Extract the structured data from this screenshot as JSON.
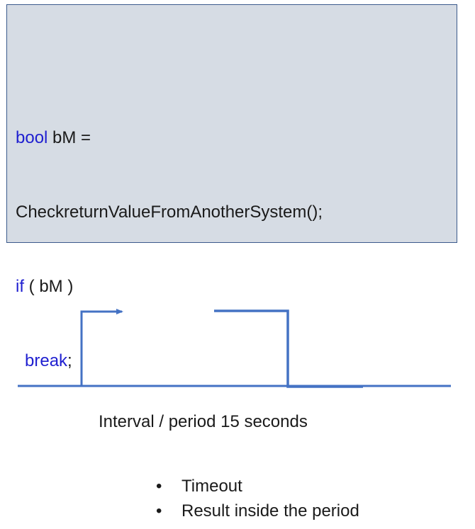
{
  "code": {
    "line1_kw": "bool",
    "line1_rest": " bM =",
    "line2": "CheckreturnValueFromAnotherSystem();",
    "line3_kw": "if",
    "line3_rest": " ( bM )",
    "line4_kw": "break",
    "line4_rest": ";"
  },
  "caption": "Interval / period 15 seconds",
  "bullets": {
    "bullet_glyph": "•",
    "items": [
      "Timeout",
      "Result inside the period"
    ]
  },
  "colors": {
    "box_fill": "#d6dce4",
    "box_border": "#3b5a8c",
    "keyword": "#1f1fd0",
    "line": "#4472c4"
  }
}
